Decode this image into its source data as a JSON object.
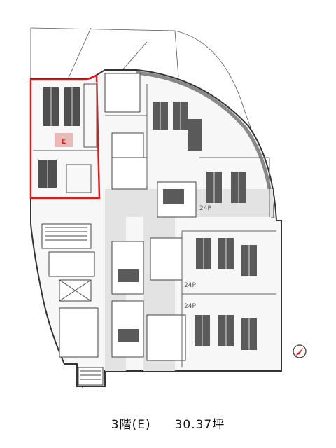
{
  "floor_plan": {
    "highlight_color": "#d61e1e",
    "unit_letter": "E",
    "compass": {
      "direction": "north"
    },
    "seat_labels": [
      "24P",
      "24P",
      "24P"
    ]
  },
  "caption": {
    "floor": "3階(E)",
    "area": "30.37坪"
  }
}
